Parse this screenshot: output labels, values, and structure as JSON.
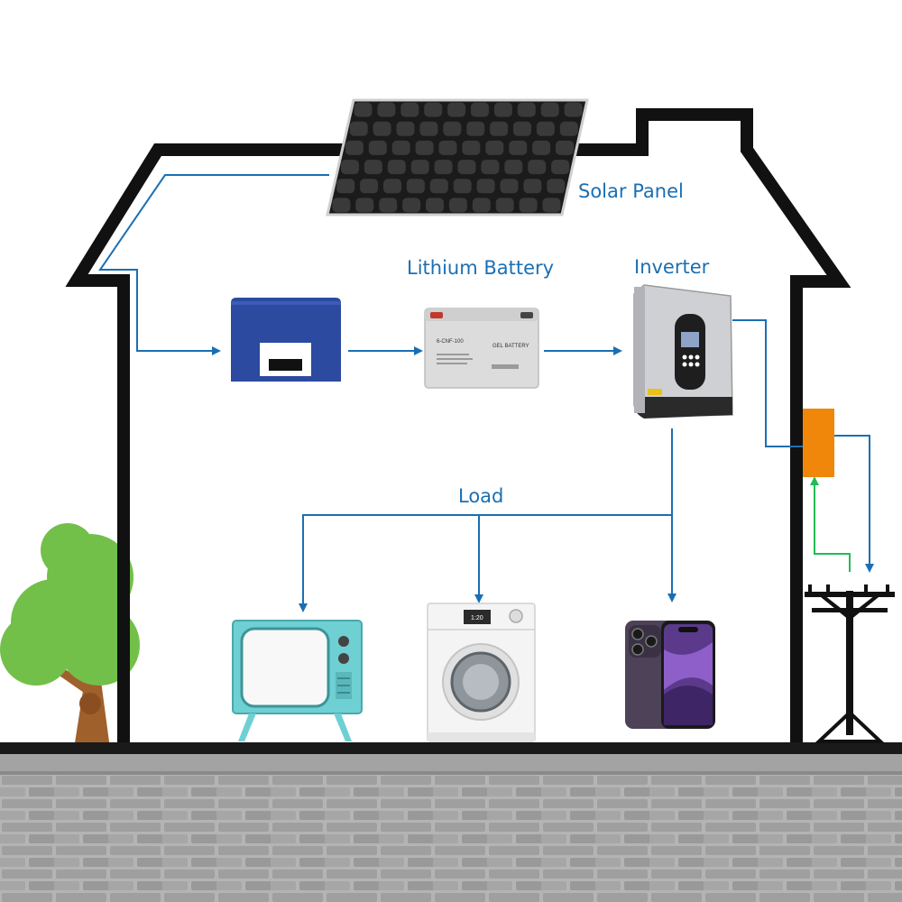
{
  "labels": {
    "solar_panel": "Solar Panel",
    "lithium_battery": "Lithium Battery",
    "inverter": "Inverter",
    "load": "Load"
  },
  "battery_label": {
    "model": "6-CNF-100",
    "type": "GEL BATTERY"
  },
  "washer_display": "1:20",
  "colors": {
    "flow_arrow": "#1a6fb3",
    "grid_return_arrow": "#22bb55",
    "house_outline": "#111111",
    "charge_controller": "#2b4aa0",
    "meter_box": "#f0870a",
    "tv_body": "#6fd0d3",
    "tree_foliage": "#72c04a",
    "tree_trunk": "#a0602c",
    "ground_wall": "#a9a9a9"
  },
  "icons": [
    "solar-panel-icon",
    "charge-controller-icon",
    "battery-icon",
    "inverter-icon",
    "meter-box-icon",
    "tv-icon",
    "washing-machine-icon",
    "smartphone-icon",
    "utility-pole-icon",
    "tree-icon"
  ]
}
